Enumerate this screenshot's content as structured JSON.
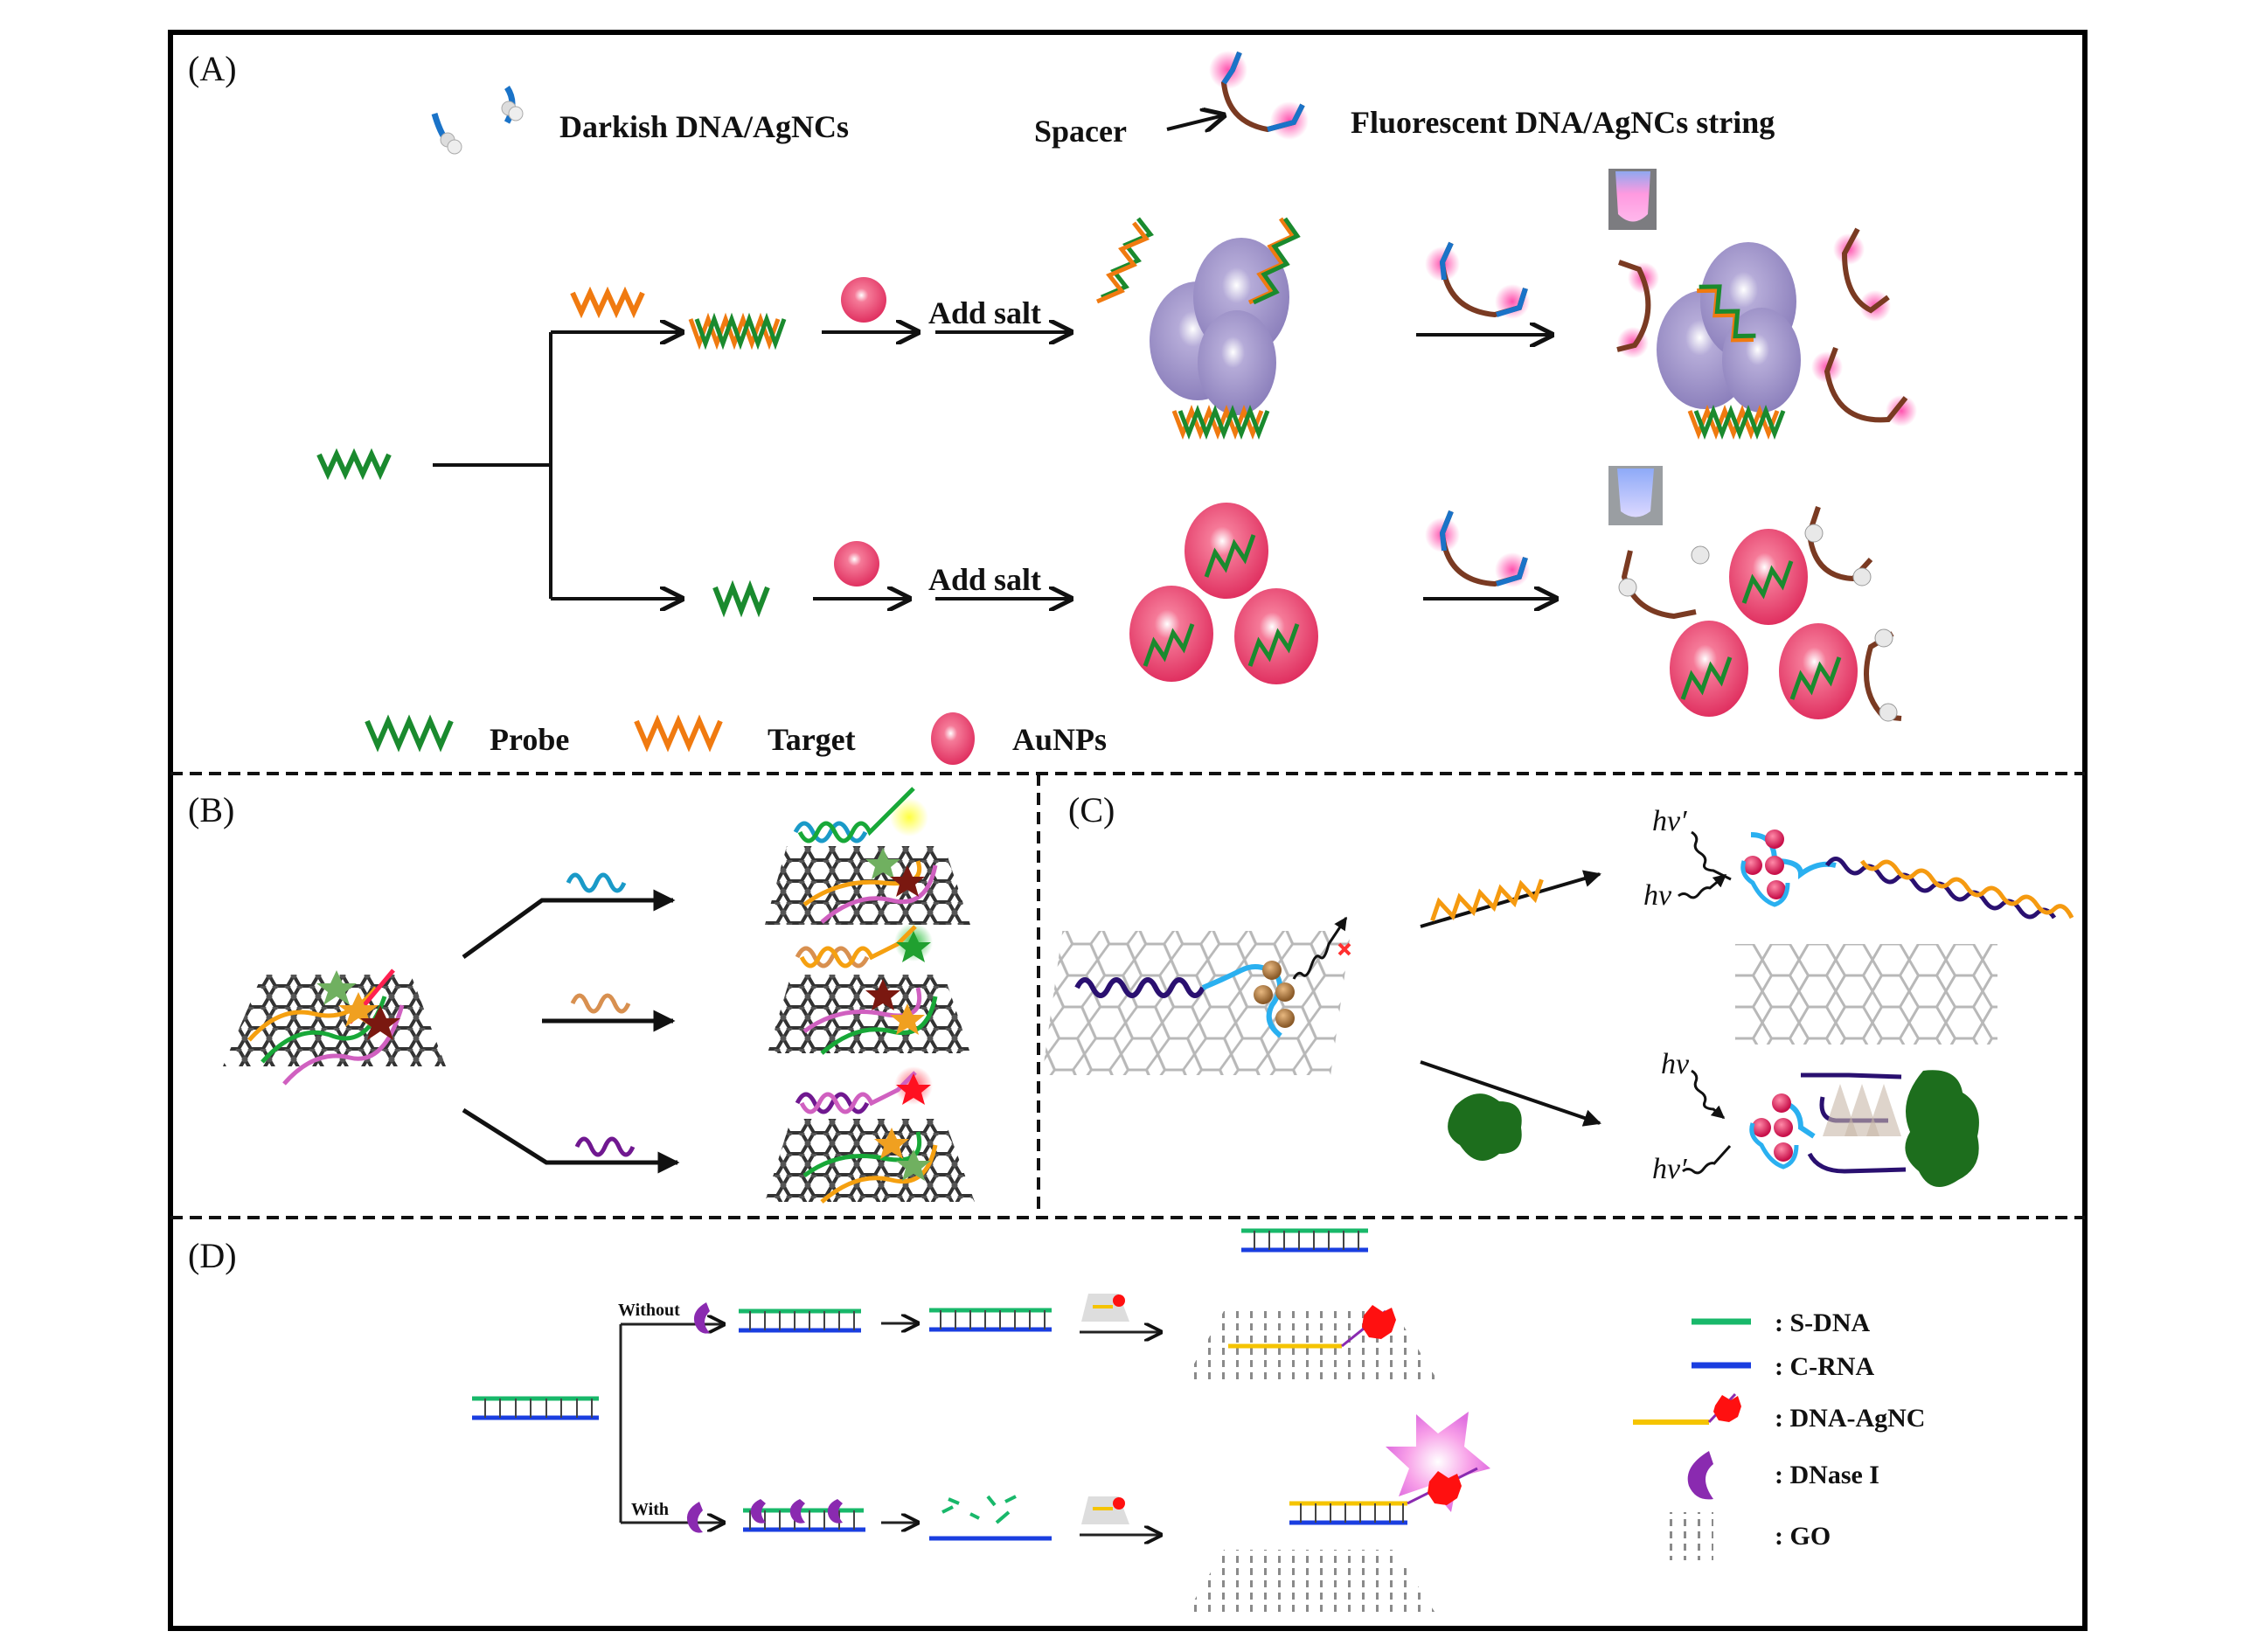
{
  "figure": {
    "panels": {
      "A": {
        "letter": "(A)",
        "legend_top": {
          "darkish": "Darkish DNA/AgNCs",
          "spacer": "Spacer",
          "fluorescent": "Fluorescent DNA/AgNCs string"
        },
        "steps": {
          "add_salt_top": "Add salt",
          "add_salt_bottom": "Add salt"
        },
        "legend_bottom": {
          "probe": "Probe",
          "target": "Target",
          "aunps": "AuNPs"
        }
      },
      "B": {
        "letter": "(B)"
      },
      "C": {
        "letter": "(C)",
        "hv_prime": "hv′",
        "hv": "hv"
      },
      "D": {
        "letter": "(D)",
        "without": "Without",
        "with": "With",
        "legend": {
          "s_dna": ": S-DNA",
          "c_rna": ": C-RNA",
          "dna_agnc": ": DNA-AgNC",
          "dnase": ": DNase I",
          "go": ": GO"
        }
      }
    },
    "colors": {
      "probe": "#1a8a2e",
      "target": "#f07a10",
      "aunp": "#e8446a",
      "aggregate": "#9c90c8",
      "spacer": "#7a3a22",
      "dna_end": "#1a73c8",
      "fluor_glow": "#ff3ea5",
      "s_dna": "#18b86a",
      "c_rna": "#1a3ee0",
      "dna_agnc_strand": "#f5c400",
      "agnc": "#ff1010",
      "dnase": "#8a2ab0",
      "graphene": "#444444",
      "c_target": "#f59a10",
      "c_probe": "#2a1070",
      "c_protein": "#1d6e1d",
      "c_shell": "#2ab0f0"
    }
  }
}
